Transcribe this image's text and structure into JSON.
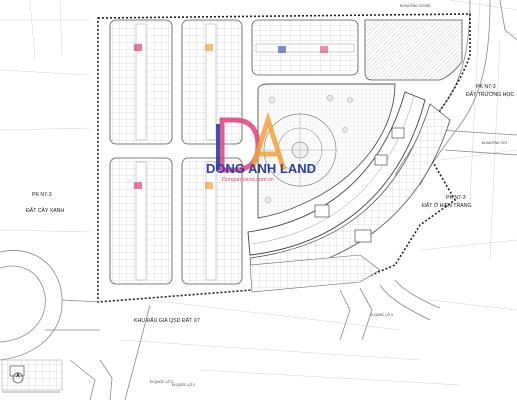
{
  "zones": {
    "west": {
      "code": "PK N7-3",
      "name": "ĐẤT CÂY XANH"
    },
    "east_top": {
      "code": "PK N7-3",
      "name": "ĐẤT TRƯỜNG HỌC"
    },
    "east_mid": {
      "code": "PK N7-3",
      "name": "ĐẤT Ở HIỆN TRẠNG"
    },
    "south": {
      "name": "KHU ĐẤU GIÁ QSD ĐẤT X7"
    }
  },
  "roads": {
    "top_right": "ĐI ĐƯỜNG VỚI ĐÈ",
    "right": "ĐI ĐƯỜNG VỚI",
    "quoc_lo_a": "ĐI QUỐC LỘ 3",
    "quoc_lo_b": "ĐI QUỐC LỘ 3",
    "quoc_lo_c": "ĐI QUỐC LỘ 3"
  },
  "watermark": {
    "brand": "DONG ANH LAND",
    "url": "Donganhland.com.vn"
  },
  "colors": {
    "line": "#8a8a8a",
    "boundary": "#222222",
    "brand_blue": "#2d3fa8",
    "brand_pink": "#e0407a",
    "brand_orange": "#f2a23a"
  }
}
